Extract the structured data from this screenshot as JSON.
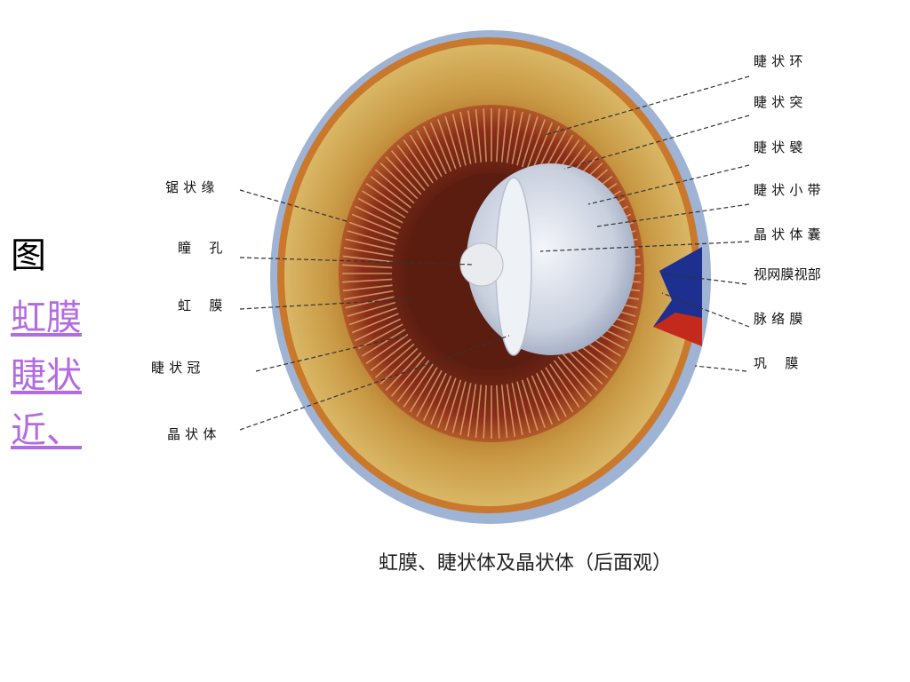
{
  "sidebar": {
    "heading": "图",
    "links": [
      "虹膜",
      "睫状",
      "近、"
    ]
  },
  "labels": {
    "left": [
      "锯 状 缘",
      "瞳　 孔",
      "虹　 膜",
      "睫 状 冠",
      "晶 状 体"
    ],
    "right": [
      "睫 状 环",
      "睫 状 突",
      "睫 状 襞",
      "睫 状 小 带",
      "晶 状 体 囊",
      "视网膜视部",
      "脉 络 膜",
      "巩　 膜"
    ]
  },
  "caption": "虹膜、睫状体及晶状体（后面观）",
  "colors": {
    "sclera": "#9fb3d4",
    "choroid_rim": "#c9782c",
    "inner_wall": "#c99a45",
    "ciliary_body": "#8b2e1a",
    "iris": "#5a1d10",
    "lens": "#dfe4ec",
    "choroid_cut": "#1d2f8f",
    "choroid_red": "#c42a1c",
    "link_color": "#b36be0"
  }
}
